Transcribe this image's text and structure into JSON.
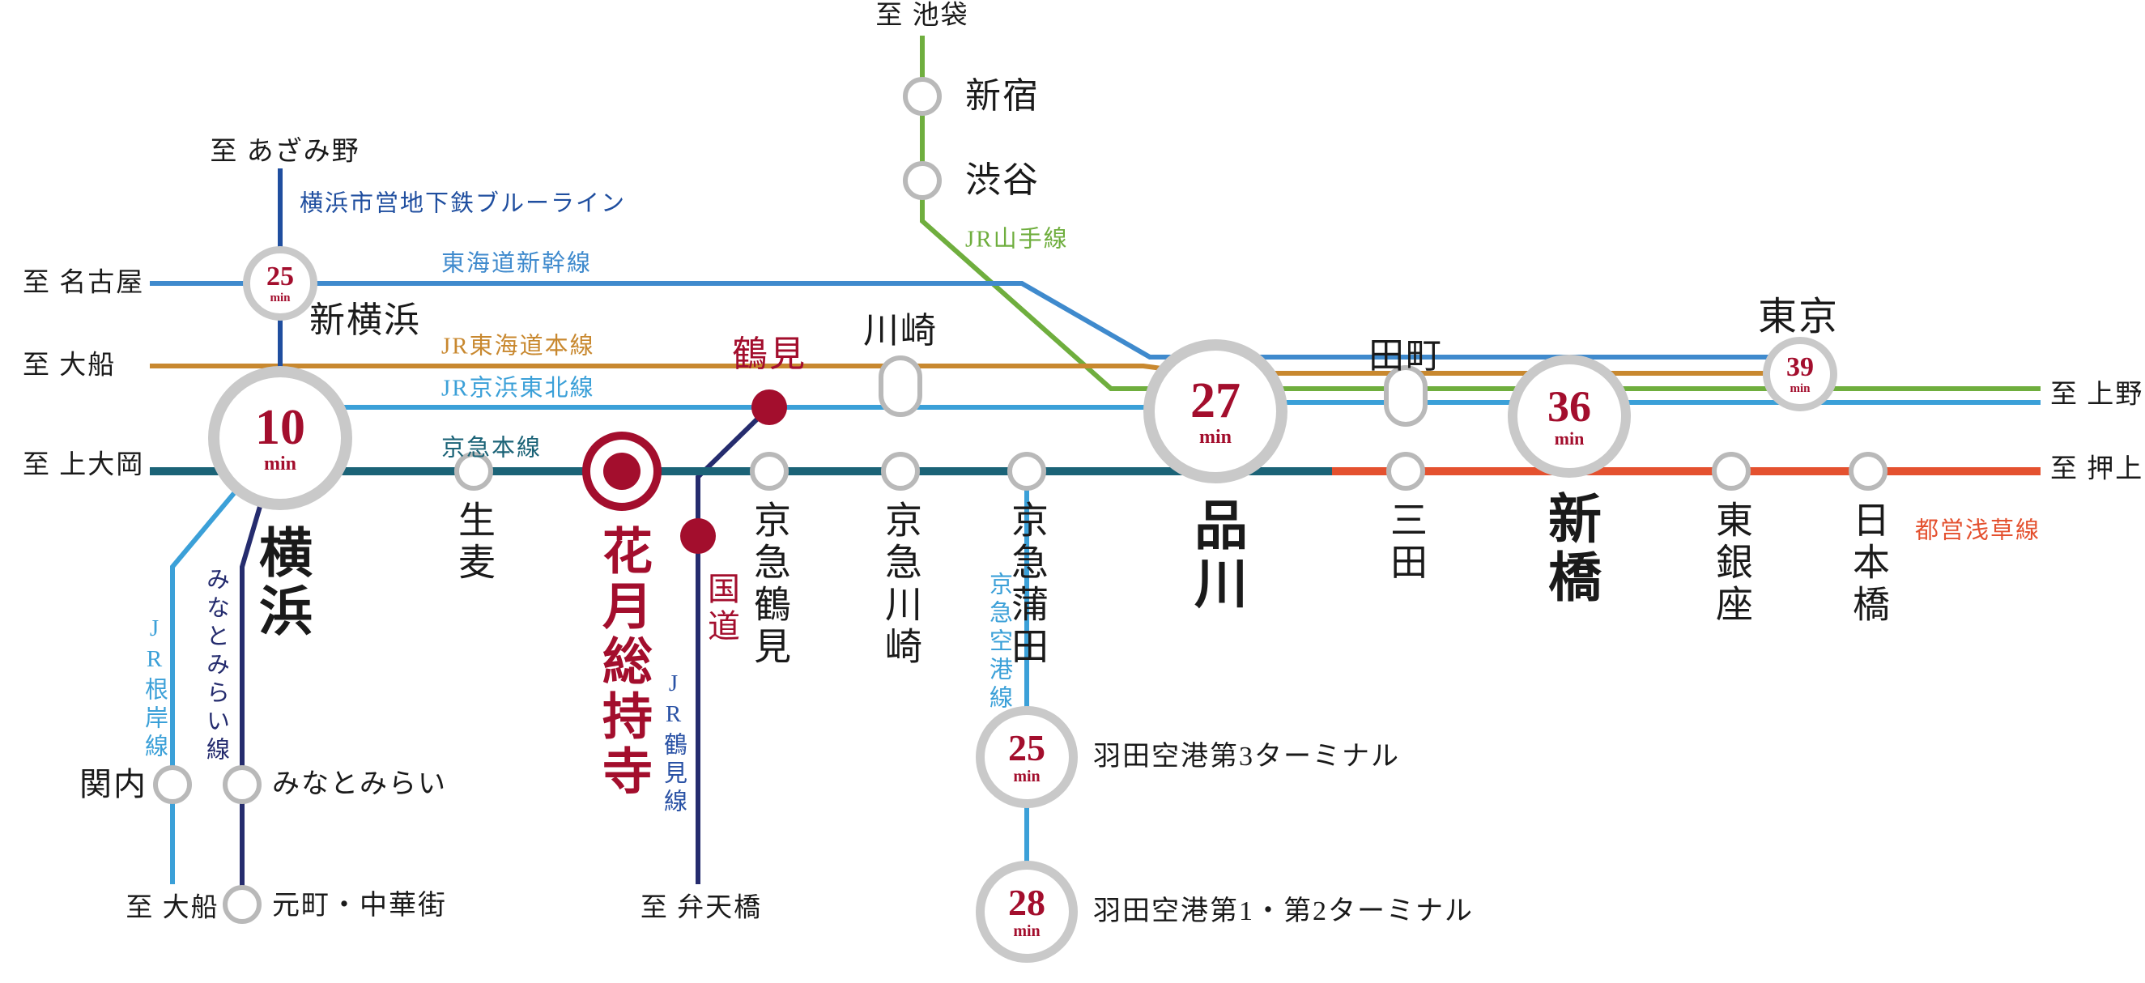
{
  "stations": {
    "shinjuku": "新宿",
    "shibuya": "渋谷",
    "shin_yokohama": "新横浜",
    "yokohama": "横浜",
    "kannai": "関内",
    "minatomirai": "みなとみらい",
    "motomachi_chukagai": "元町・中華街",
    "namamugi": "生麦",
    "kagetsu_sojiji": "花月総持寺",
    "tsurumi": "鶴見",
    "kokudo": "国道",
    "keikyu_tsurumi": "京急鶴見",
    "kawasaki": "川崎",
    "keikyu_kawasaki": "京急川崎",
    "keikyu_kamata": "京急蒲田",
    "haneda_t3": "羽田空港第3ターミナル",
    "haneda_t12": "羽田空港第1・第2ターミナル",
    "shinagawa": "品川",
    "mita": "三田",
    "tamachi": "田町",
    "shimbashi": "新橋",
    "higashi_ginza": "東銀座",
    "nihombashi": "日本橋",
    "tokyo": "東京"
  },
  "destinations": {
    "to_ikebukuro": "至 池袋",
    "to_azamino": "至 あざみ野",
    "to_nagoya": "至 名古屋",
    "to_ofuna_west": "至 大船",
    "to_kamiooka": "至 上大岡",
    "to_ofuna_south": "至 大船",
    "to_bentenbashi": "至 弁天橋",
    "to_ueno": "至 上野",
    "to_oshiage": "至 押上"
  },
  "lines": {
    "yamanote": "JR山手線",
    "blue_line": "横浜市営地下鉄ブルーライン",
    "shinkansen": "東海道新幹線",
    "tokaido": "JR東海道本線",
    "keihin_tohoku": "JR京浜東北線",
    "keikyu_main": "京急本線",
    "negishi": "JR根岸線",
    "minatomirai_line": "みなとみらい線",
    "tsurumi_line": "JR鶴見線",
    "airport": "京急空港線",
    "asakusa": "都営浅草線"
  },
  "badges": {
    "shin_yokohama": {
      "minutes": "25",
      "unit": "min"
    },
    "yokohama": {
      "minutes": "10",
      "unit": "min"
    },
    "shinagawa": {
      "minutes": "27",
      "unit": "min"
    },
    "shimbashi": {
      "minutes": "36",
      "unit": "min"
    },
    "tokyo": {
      "minutes": "39",
      "unit": "min"
    },
    "haneda_t3": {
      "minutes": "25",
      "unit": "min"
    },
    "haneda_t12": {
      "minutes": "28",
      "unit": "min"
    }
  },
  "colors": {
    "keikyu_main": "#1b6377",
    "asakusa": "#e4512f",
    "yamanote": "#6fae3e",
    "keihin_tohoku": "#3ba0d8",
    "tokaido": "#c8882f",
    "shinkansen": "#3f8acd",
    "subway_blue_line": "#1f4e9f",
    "minatomirai": "#252c6e",
    "tsurumi_jr": "#252c6e",
    "highlight": "#a30e2d",
    "badge_ring": "#c9c9c9"
  }
}
